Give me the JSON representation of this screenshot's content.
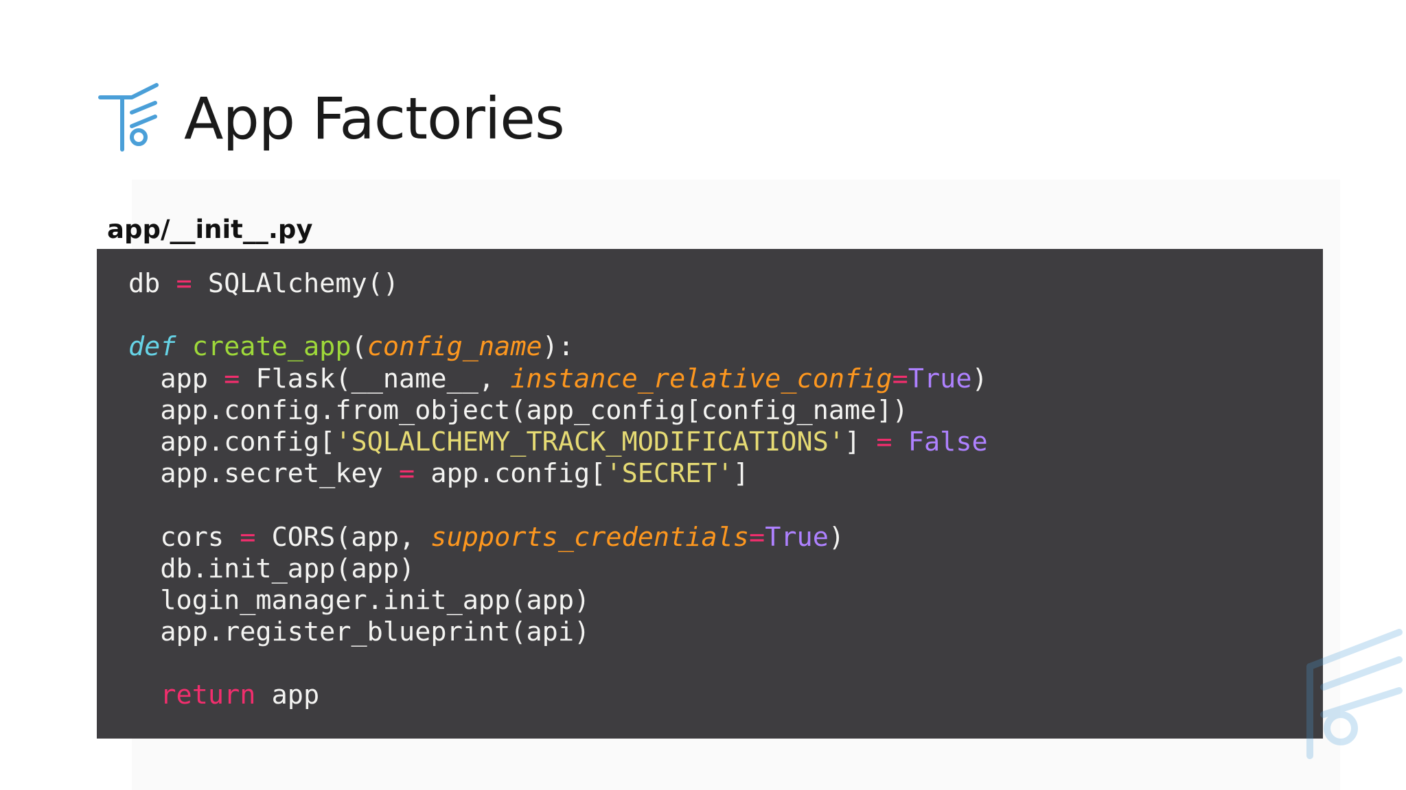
{
  "slide": {
    "title": "App Factories",
    "filename": "app/__init__.py",
    "logo_icon": "tf-logo-icon",
    "colors": {
      "accent": "#4a9fd8",
      "code_background": "#3e3d40",
      "code_text": "#f4f4f2",
      "operator": "#f12e6d",
      "keyword": "#66d3e6",
      "function_name": "#9ed93a",
      "parameter": "#fd971f",
      "constant": "#ae81ff",
      "string": "#e6db74"
    }
  },
  "code": {
    "l1": {
      "a": "db ",
      "b": "=",
      "c": " SQLAlchemy()"
    },
    "l2": {},
    "l3": {
      "a": "def",
      "b": " ",
      "c": "create_app",
      "d": "(",
      "e": "config_name",
      "f": "):"
    },
    "l4": {
      "a": "  app ",
      "b": "=",
      "c": " Flask(__name__, ",
      "d": "instance_relative_config",
      "e": "=",
      "f": "True",
      "g": ")"
    },
    "l5": {
      "a": "  app.config.from_object(app_config[config_name])"
    },
    "l6": {
      "a": "  app.config[",
      "b": "'SQLALCHEMY_TRACK_MODIFICATIONS'",
      "c": "] ",
      "d": "=",
      "e": " ",
      "f": "False"
    },
    "l7": {
      "a": "  app.secret_key ",
      "b": "=",
      "c": " app.config[",
      "d": "'SECRET'",
      "e": "]"
    },
    "l8": {},
    "l9": {
      "a": "  cors ",
      "b": "=",
      "c": " CORS(app, ",
      "d": "supports_credentials",
      "e": "=",
      "f": "True",
      "g": ")"
    },
    "l10": {
      "a": "  db.init_app(app)"
    },
    "l11": {
      "a": "  login_manager.init_app(app)"
    },
    "l12": {
      "a": "  app.register_blueprint(api)"
    },
    "l13": {},
    "l14": {
      "a": "  ",
      "b": "return",
      "c": " app"
    }
  }
}
